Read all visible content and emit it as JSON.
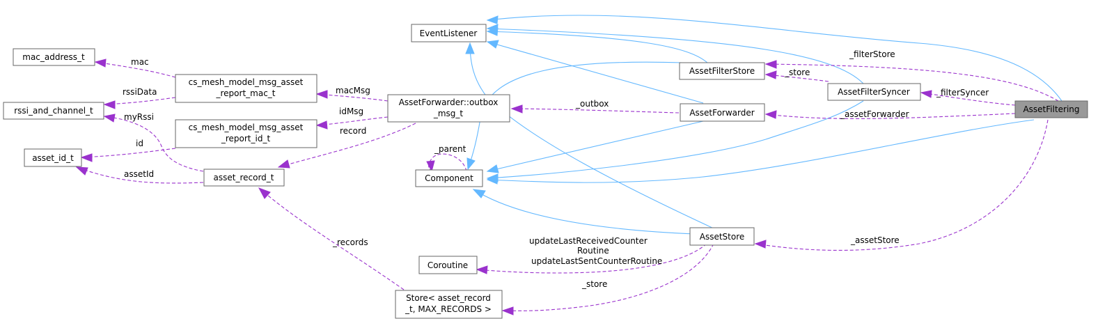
{
  "nodes": {
    "asset_filtering": "AssetFiltering",
    "event_listener": "EventListener",
    "asset_filter_store": "AssetFilterStore",
    "asset_filter_syncer": "AssetFilterSyncer",
    "asset_forwarder": "AssetForwarder",
    "component": "Component",
    "asset_store": "AssetStore",
    "coroutine": "Coroutine",
    "store_records_l1": "Store< asset_record",
    "store_records_l2": "_t, MAX_RECORDS >",
    "outbox_l1": "AssetForwarder::outbox",
    "outbox_l2": "_msg_t",
    "asset_record": "asset_record_t",
    "report_mac_l1": "cs_mesh_model_msg_asset",
    "report_mac_l2": "_report_mac_t",
    "report_id_l1": "cs_mesh_model_msg_asset",
    "report_id_l2": "_report_id_t",
    "mac_address": "mac_address_t",
    "rssi_channel": "rssi_and_channel_t",
    "asset_id": "asset_id_t"
  },
  "labels": {
    "filter_store": "_filterStore",
    "store": "_store",
    "filter_syncer": "_filterSyncer",
    "outbox": "_outbox",
    "asset_forwarder": "_assetForwarder",
    "parent": "_parent",
    "asset_store": "_assetStore",
    "routine_l1": "updateLastReceivedCounter",
    "routine_l2": "Routine",
    "routine_l3": "updateLastSentCounterRoutine",
    "store2": "_store",
    "records": "_records",
    "mac_msg": "macMsg",
    "id_msg": "idMsg",
    "record": "record",
    "mac": "mac",
    "rssi_data": "rssiData",
    "my_rssi": "myRssi",
    "id": "id",
    "asset_id": "assetId"
  },
  "colors": {
    "inheritance_edge": "#63b8ff",
    "usage_edge": "#9a32cd",
    "focus_node_fill": "#999999",
    "node_border": "#666666"
  }
}
